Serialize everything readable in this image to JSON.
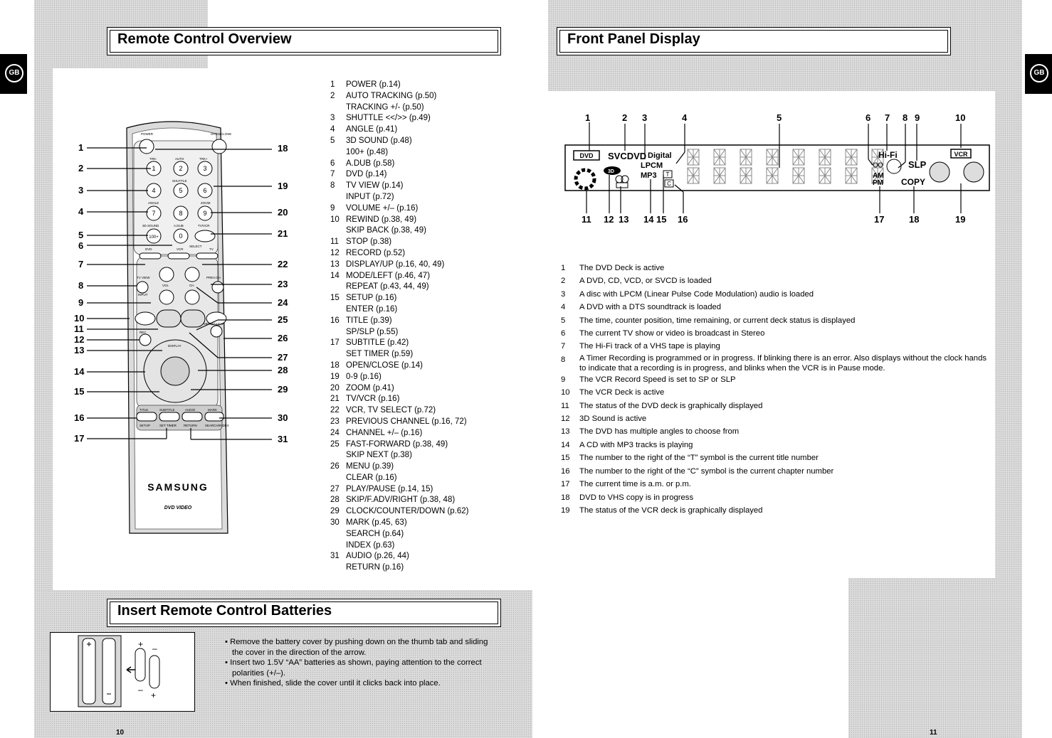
{
  "page_left": {
    "badge": "GB",
    "heading": "Remote Control Overview",
    "page_number": "10",
    "remote": {
      "brand": "SAMSUNG",
      "logo": "DVD VIDEO",
      "buttons": {
        "power": "POWER",
        "open_close": "OPEN/CLOSE",
        "trk_minus": "TRK-",
        "auto": "AUTO",
        "trk_plus": "TRK+",
        "shuttle": "SHUTTLE",
        "angle": "ANGLE",
        "zoom": "ZOOM",
        "three_d": "3D SOUND",
        "adub": "A.DUB",
        "tvvcr": "TV/VCR",
        "select": "SELECT",
        "dvd": "DVD",
        "vcr": "VCR",
        "tv": "TV",
        "tvview": "TV VIEW",
        "input": "INPUT",
        "vol": "VOL",
        "ch": "CH",
        "prevch": "PREV.CH",
        "rec": "REC",
        "menuclear": "MENU/CLEAR",
        "display": "DISPLAY",
        "title": "TITLE",
        "subtitle": "SUBTITLE",
        "audio": "AUDIO",
        "mark": "MARK",
        "setup": "SETUP",
        "settimer": "SET TIMER",
        "return": "RETURN",
        "search": "SEARCH/INDEX",
        "digits": [
          "1",
          "2",
          "3",
          "4",
          "5",
          "6",
          "7",
          "8",
          "9",
          "100+",
          "0"
        ]
      },
      "left_callouts": [
        "1",
        "2",
        "3",
        "4",
        "5",
        "6",
        "7",
        "8",
        "9",
        "10",
        "11",
        "12",
        "13",
        "14",
        "15",
        "16",
        "17"
      ],
      "right_callouts": [
        "18",
        "19",
        "20",
        "21",
        "22",
        "23",
        "24",
        "25",
        "26",
        "27",
        "28",
        "29",
        "30",
        "31"
      ]
    },
    "function_list": [
      {
        "n": "1",
        "lines": [
          "POWER (p.14)"
        ]
      },
      {
        "n": "2",
        "lines": [
          "AUTO TRACKING  (p.50)",
          "TRACKING +/- (p.50)"
        ]
      },
      {
        "n": "3",
        "lines": [
          "SHUTTLE <</>> (p.49)"
        ]
      },
      {
        "n": "4",
        "lines": [
          "ANGLE (p.41)"
        ]
      },
      {
        "n": "5",
        "lines": [
          "3D SOUND (p.48)",
          "100+ (p.48)"
        ]
      },
      {
        "n": "6",
        "lines": [
          "A.DUB (p.58)"
        ]
      },
      {
        "n": "7",
        "lines": [
          "DVD (p.14)"
        ]
      },
      {
        "n": "8",
        "lines": [
          "TV VIEW (p.14)",
          "INPUT (p.72)"
        ]
      },
      {
        "n": "9",
        "lines": [
          "VOLUME +/– (p.16)"
        ]
      },
      {
        "n": "10",
        "lines": [
          "REWIND (p.38, 49)",
          "SKIP BACK (p.38, 49)"
        ]
      },
      {
        "n": "11",
        "lines": [
          "STOP (p.38)"
        ]
      },
      {
        "n": "12",
        "lines": [
          "RECORD (p.52)"
        ]
      },
      {
        "n": "13",
        "lines": [
          "DISPLAY/UP (p.16, 40, 49)"
        ]
      },
      {
        "n": "14",
        "lines": [
          "MODE/LEFT (p.46, 47)",
          "REPEAT (p.43, 44, 49)"
        ]
      },
      {
        "n": "15",
        "lines": [
          "SETUP (p.16)",
          "ENTER (p.16)"
        ]
      },
      {
        "n": "16",
        "lines": [
          "TITLE (p.39)",
          "SP/SLP (p.55)"
        ]
      },
      {
        "n": "17",
        "lines": [
          "SUBTITLE (p.42)",
          "SET TIMER (p.59)"
        ]
      },
      {
        "n": "18",
        "lines": [
          "OPEN/CLOSE (p.14)"
        ]
      },
      {
        "n": "19",
        "lines": [
          "0-9 (p.16)"
        ]
      },
      {
        "n": "20",
        "lines": [
          "ZOOM (p.41)"
        ]
      },
      {
        "n": "21",
        "lines": [
          "TV/VCR (p.16)"
        ]
      },
      {
        "n": "22",
        "lines": [
          "VCR, TV SELECT (p.72)"
        ]
      },
      {
        "n": "23",
        "lines": [
          "PREVIOUS CHANNEL (p.16, 72)"
        ]
      },
      {
        "n": "24",
        "lines": [
          "CHANNEL +/– (p.16)"
        ]
      },
      {
        "n": "25",
        "lines": [
          "FAST-FORWARD (p.38, 49)",
          "SKIP NEXT (p.38)"
        ]
      },
      {
        "n": "26",
        "lines": [
          "MENU (p.39)",
          "CLEAR (p.16)"
        ]
      },
      {
        "n": "27",
        "lines": [
          "PLAY/PAUSE (p.14, 15)"
        ]
      },
      {
        "n": "28",
        "lines": [
          "SKIP/F.ADV/RIGHT (p.38, 48)"
        ]
      },
      {
        "n": "29",
        "lines": [
          "CLOCK/COUNTER/DOWN (p.62)"
        ]
      },
      {
        "n": "30",
        "lines": [
          "MARK (p.45, 63)",
          "SEARCH (p.64)",
          "INDEX (p.63)"
        ]
      },
      {
        "n": "31",
        "lines": [
          "AUDIO (p.26, 44)",
          "RETURN (p.16)"
        ]
      }
    ],
    "batteries": {
      "heading": "Insert Remote Control Batteries",
      "plus": "+",
      "minus": "–",
      "bullets": [
        "Remove the battery cover by pushing down on the thumb tab and sliding the cover in the direction of the arrow.",
        "Insert two 1.5V “AA” batteries as shown, paying attention to the correct polarities (+/–).",
        "When finished, slide the cover until it clicks back into place."
      ]
    }
  },
  "page_right": {
    "badge": "GB",
    "heading": "Front Panel Display",
    "page_number": "11",
    "display_labels": {
      "dvd": "DVD",
      "svcd": "SVCDVD",
      "digital": "Digital",
      "lpcm": "LPCM",
      "mp3": "MP3",
      "t": "T",
      "c": "C",
      "hifi": "Hi-Fi",
      "slp": "SLP",
      "am": "AM",
      "pm": "PM",
      "copy": "COPY",
      "vcr": "VCR",
      "three_d": "3D"
    },
    "top_callouts": [
      "1",
      "2",
      "3",
      "4",
      "5",
      "6",
      "7",
      "8",
      "9",
      "10"
    ],
    "bottom_callouts": [
      "11",
      "12",
      "13",
      "14",
      "15",
      "16",
      "17",
      "18",
      "19"
    ],
    "descriptions": [
      {
        "n": "1",
        "text": "The DVD Deck is active"
      },
      {
        "n": "2",
        "text": "A DVD, CD, VCD, or SVCD is loaded"
      },
      {
        "n": "3",
        "text": "A disc with LPCM (Linear Pulse Code Modulation) audio is loaded"
      },
      {
        "n": "4",
        "text": "A DVD with a DTS soundtrack is loaded"
      },
      {
        "n": "5",
        "text": "The time, counter position, time remaining, or current deck status is displayed"
      },
      {
        "n": "6",
        "text": "The current TV show or video is broadcast in Stereo"
      },
      {
        "n": "7",
        "text": "The Hi-Fi track of a VHS tape is playing"
      },
      {
        "n": "8",
        "text": "A Timer Recording is programmed or in progress. If blinking there is an error. Also displays without the clock hands to indicate that a recording is in progress, and blinks when the VCR is in Pause mode."
      },
      {
        "n": "9",
        "text": "The VCR Record Speed is set to SP or SLP"
      },
      {
        "n": "10",
        "text": "The VCR Deck is active"
      },
      {
        "n": "11",
        "text": "The status of the DVD deck is graphically displayed"
      },
      {
        "n": "12",
        "text": "3D Sound is active"
      },
      {
        "n": "13",
        "text": "The DVD has multiple angles to choose from"
      },
      {
        "n": "14",
        "text": "A CD with MP3 tracks is playing"
      },
      {
        "n": "15",
        "text": "The number to the right of the “T” symbol is the current title number"
      },
      {
        "n": "16",
        "text": "The number to the right of the “C” symbol is the current chapter number"
      },
      {
        "n": "17",
        "text": "The current time is a.m. or p.m."
      },
      {
        "n": "18",
        "text": "DVD to VHS copy is in progress"
      },
      {
        "n": "19",
        "text": "The status of the VCR deck is graphically displayed"
      }
    ]
  }
}
